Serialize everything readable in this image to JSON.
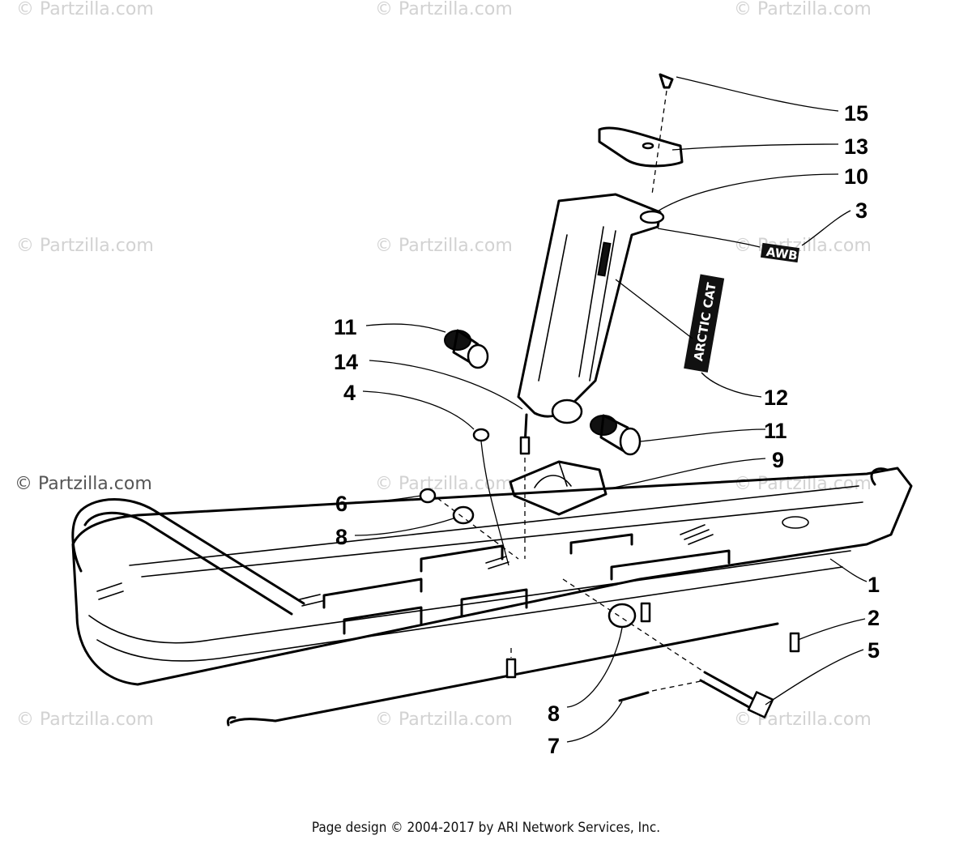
{
  "watermark": "© Partzilla.com",
  "footer": "Page design © 2004-2017 by ARI Network Services, Inc.",
  "decals": {
    "model_tag": "AWB",
    "brand": "ARCTIC CAT"
  },
  "callouts": {
    "c15": "15",
    "c13": "13",
    "c10": "10",
    "c3": "3",
    "c11a": "11",
    "c14": "14",
    "c4": "4",
    "c12": "12",
    "c11b": "11",
    "c9": "9",
    "c6": "6",
    "c8a": "8",
    "c1": "1",
    "c2": "2",
    "c5": "5",
    "c8b": "8",
    "c7": "7"
  }
}
